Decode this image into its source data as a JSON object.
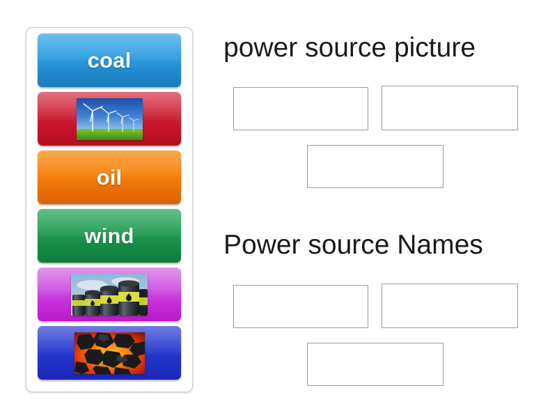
{
  "background_color": "#ffffff",
  "card_panel": {
    "name": "draggable-cards-panel",
    "cards": [
      {
        "id": "card-coal-text",
        "kind": "text",
        "label": "coal",
        "color": "#2c9bdd",
        "color_name": "blue"
      },
      {
        "id": "card-wind-picture",
        "kind": "picture",
        "label": "",
        "color": "#cf2237",
        "color_name": "red",
        "image": "wind-turbines-photo"
      },
      {
        "id": "card-oil-text",
        "kind": "text",
        "label": "oil",
        "color": "#f6800a",
        "color_name": "orange"
      },
      {
        "id": "card-wind-text",
        "kind": "text",
        "label": "wind",
        "color": "#219a52",
        "color_name": "green"
      },
      {
        "id": "card-oil-picture",
        "kind": "picture",
        "label": "",
        "color": "#cc4ee0",
        "color_name": "magenta",
        "image": "oil-barrels-photo"
      },
      {
        "id": "card-coal-picture",
        "kind": "picture",
        "label": "",
        "color": "#2a3ccf",
        "color_name": "indigo",
        "image": "burning-coal-photo"
      }
    ]
  },
  "groups": [
    {
      "id": "power-source-picture",
      "heading": "power source picture",
      "zones": [
        {
          "id": "picture-zone-1",
          "value": "",
          "placeholder": ""
        },
        {
          "id": "picture-zone-2",
          "value": "",
          "placeholder": ""
        },
        {
          "id": "picture-zone-3",
          "value": "",
          "placeholder": ""
        }
      ]
    },
    {
      "id": "power-source-names",
      "heading": "Power source Names",
      "zones": [
        {
          "id": "name-zone-1",
          "value": "",
          "placeholder": ""
        },
        {
          "id": "name-zone-2",
          "value": "",
          "placeholder": ""
        },
        {
          "id": "name-zone-3",
          "value": "",
          "placeholder": ""
        }
      ]
    }
  ]
}
